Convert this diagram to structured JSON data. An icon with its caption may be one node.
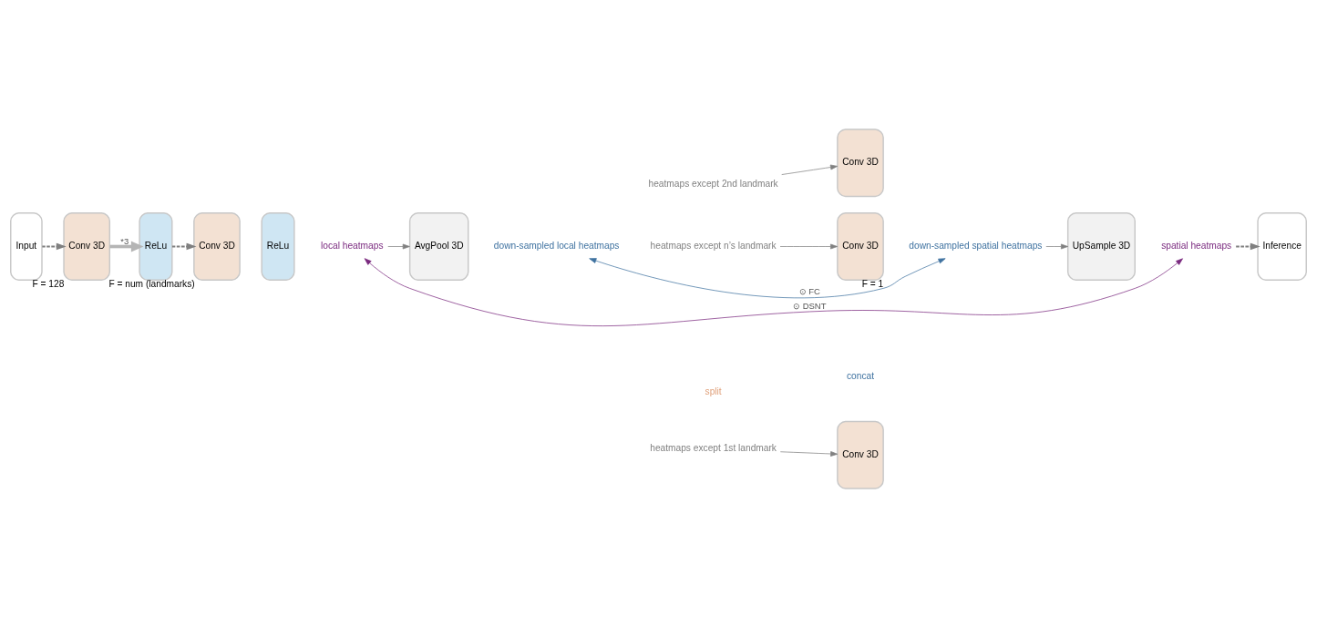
{
  "diagram": {
    "nodes": [
      {
        "text": [
          "Input"
        ]
      },
      {
        "text": [
          "Conv 3D"
        ],
        "beside": [
          "F = 128"
        ]
      },
      {
        "text": [
          "ReLu"
        ]
      },
      {
        "text": [
          "Conv 3D"
        ],
        "beside": [
          "F = num (landmarks)"
        ]
      },
      {
        "text": [
          "ReLu"
        ]
      },
      {
        "text": [
          "local heatmaps"
        ]
      },
      {
        "text": [
          "AvgPool 3D"
        ]
      },
      {
        "text": [
          "down-sampled local heatmaps"
        ]
      },
      {
        "text": [
          "heatmaps except 1st landmark"
        ]
      },
      {
        "text": [
          "Conv 3D"
        ]
      },
      {
        "text": [
          "heatmaps except 2nd landmark"
        ]
      },
      {
        "text": [
          "Conv 3D"
        ]
      },
      {
        "text": [
          "heatmaps except n’s landmark"
        ]
      },
      {
        "text": [
          "Conv 3D"
        ],
        "beside": [
          "F = 1"
        ]
      },
      {
        "text": [
          "down-sampled spatial heatmaps"
        ]
      },
      {
        "text": [
          "UpSample 3D"
        ]
      },
      {
        "text": [
          "spatial heatmaps"
        ]
      },
      {
        "text": [
          "Inference"
        ]
      }
    ],
    "edges": [
      {
        "from": 0,
        "to": 1,
        "arrow": "to",
        "style": "dashed"
      },
      {
        "from": 1,
        "to": 2,
        "arrow": "to",
        "label": "*3",
        "style": "thick",
        "color": "#b5b5b5"
      },
      {
        "from": 2,
        "to": 3,
        "arrow": "to",
        "style": "dashed"
      },
      {
        "from": 5,
        "to": 6,
        "arrow": "to"
      },
      {
        "from": 8,
        "to": 9,
        "arrow": "to"
      },
      {
        "from": 10,
        "to": 11,
        "arrow": "to"
      },
      {
        "from": 12,
        "to": 13,
        "arrow": "to"
      },
      {
        "from": 14,
        "to": 15,
        "arrow": "to"
      },
      {
        "from": 16,
        "to": 17,
        "arrow": "to",
        "style": "dashed"
      },
      {
        "from": 5,
        "to": 16,
        "arrow": "both",
        "label": "⊙ DSNT",
        "color": "#7a2a7f"
      },
      {
        "from": 7,
        "to": 14,
        "arrow": "both",
        "label": "⊙ FC",
        "color": "#3f72a0"
      }
    ],
    "labels": [
      "split",
      "concat"
    ]
  }
}
